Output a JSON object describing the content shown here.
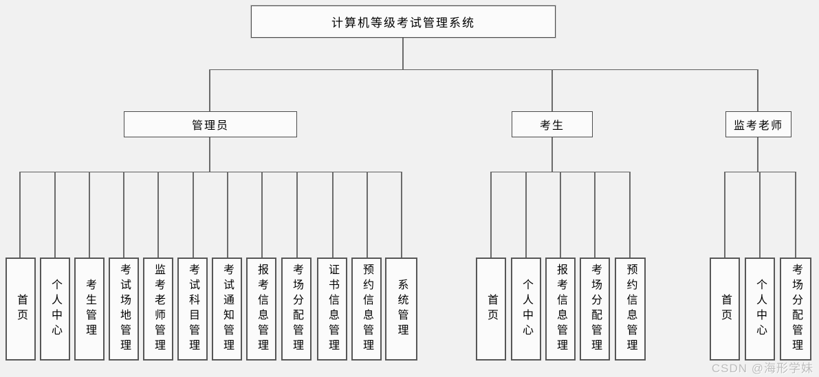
{
  "tree": {
    "title": "计算机等级考试管理系统",
    "roles": [
      {
        "label": "管理员",
        "children": [
          "首页",
          "个人中心",
          "考生管理",
          "考试场地管理",
          "监考老师管理",
          "考试科目管理",
          "考试通知管理",
          "报考信息管理",
          "考场分配管理",
          "证书信息管理",
          "预约信息管理",
          "系统管理"
        ]
      },
      {
        "label": "考生",
        "children": [
          "首页",
          "个人中心",
          "报考信息管理",
          "考场分配管理",
          "预约信息管理"
        ]
      },
      {
        "label": "监考老师",
        "children": [
          "首页",
          "个人中心",
          "考场分配管理"
        ]
      }
    ]
  },
  "watermark": "CSDN @海形学妹",
  "colors": {
    "background": "#f1f1f1",
    "box_fill": "#fbfbfb",
    "box_border": "#565656",
    "line": "#6a6a6a",
    "text": "#000000",
    "watermark": "#bdbdbd"
  }
}
